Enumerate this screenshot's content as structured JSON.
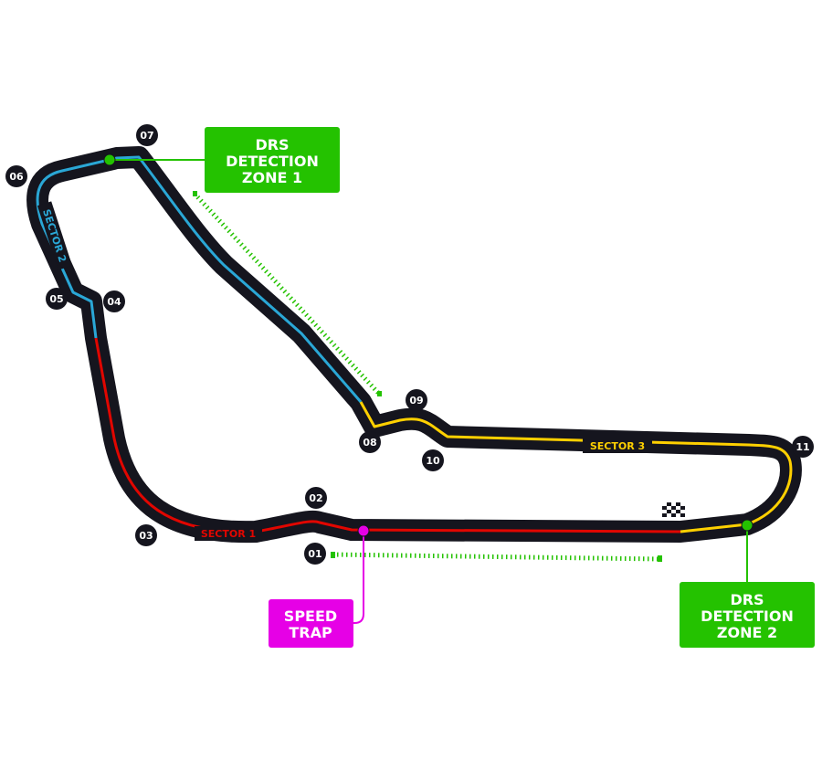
{
  "colors": {
    "track_outline": "#15151e",
    "sector1": "#e10600",
    "sector2": "#2aa7d6",
    "sector3": "#ffd000",
    "drs": "#24c200",
    "speed_trap": "#e600e6",
    "turn_badge": "#15151e"
  },
  "turns": [
    "01",
    "02",
    "03",
    "04",
    "05",
    "06",
    "07",
    "08",
    "09",
    "10",
    "11"
  ],
  "sectors": {
    "s1": "SECTOR 1",
    "s2": "SECTOR 2",
    "s3": "SECTOR 3"
  },
  "drs_zone_1": {
    "line1": "DRS",
    "line2": "DETECTION",
    "line3": "ZONE 1"
  },
  "drs_zone_2": {
    "line1": "DRS",
    "line2": "DETECTION",
    "line3": "ZONE 2"
  },
  "speed_trap": {
    "line1": "SPEED",
    "line2": "TRAP"
  },
  "icons": [
    "chequered-flag-icon",
    "direction-chevrons-icon"
  ]
}
